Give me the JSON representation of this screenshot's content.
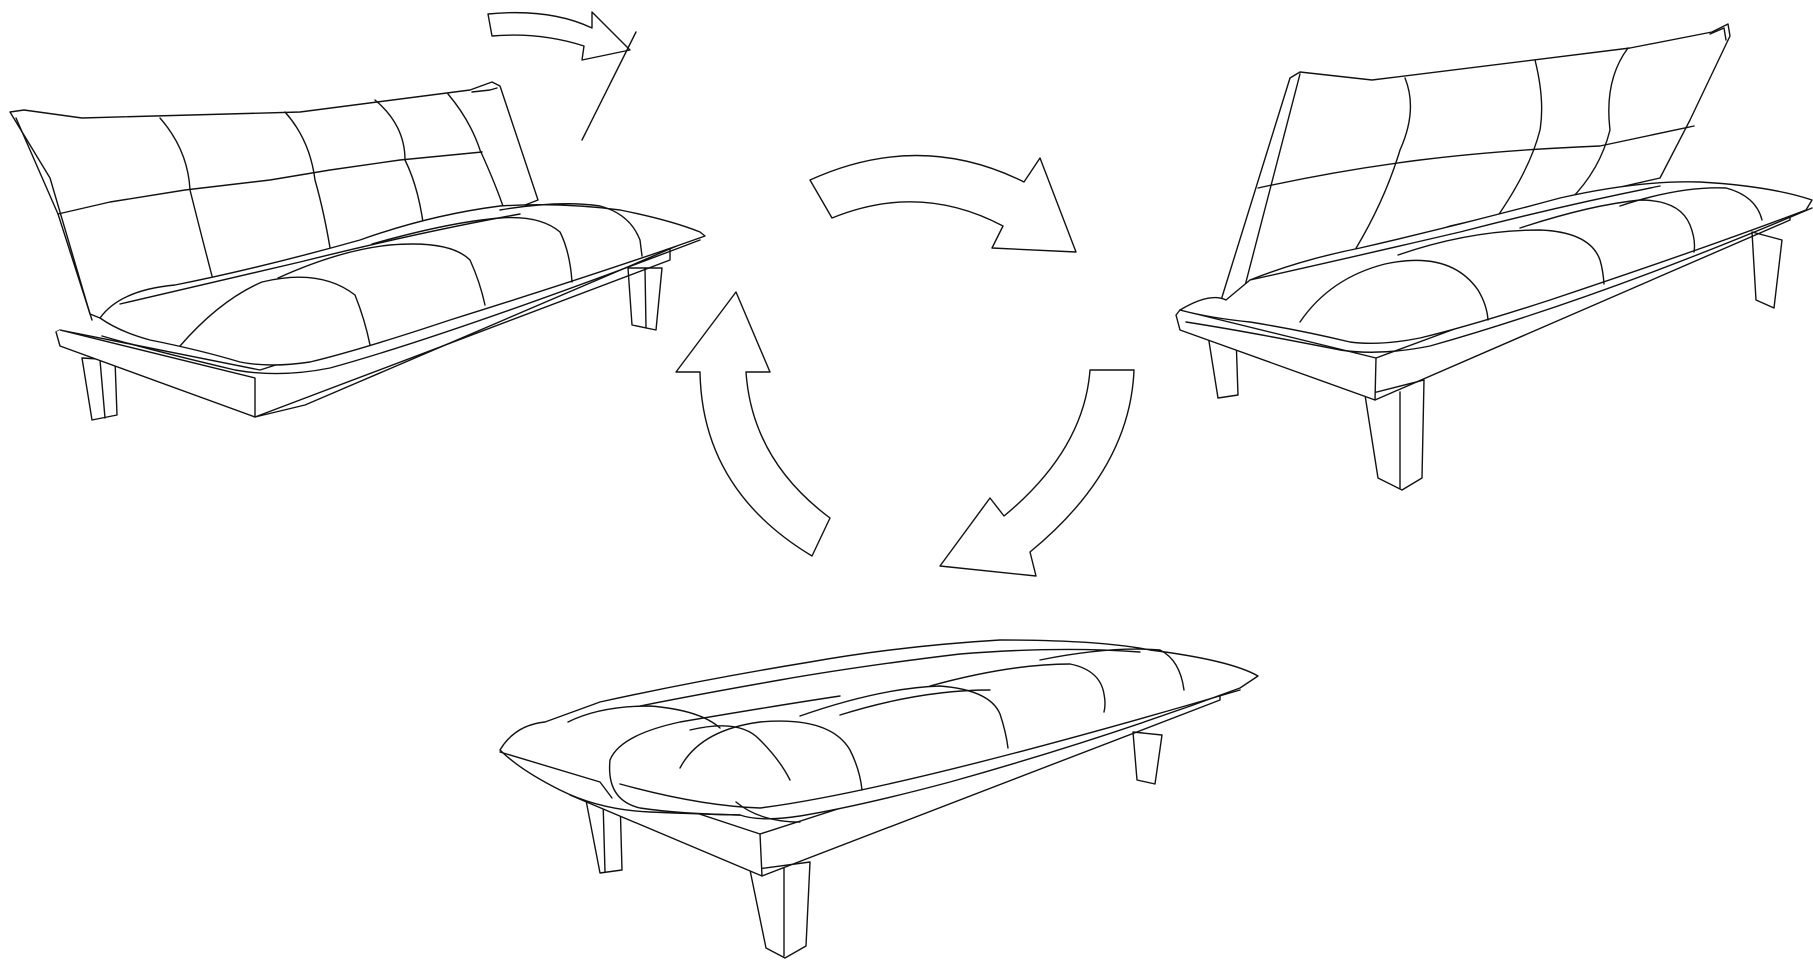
{
  "diagram": {
    "stroke_color": "#111111",
    "background_color": "#ffffff",
    "nodes": [
      {
        "id": "sofa-upright",
        "state": "sofa"
      },
      {
        "id": "sofa-reclined",
        "state": "recline"
      },
      {
        "id": "sofa-flat",
        "state": "bed"
      }
    ],
    "transitions": [
      {
        "from": "sofa-upright",
        "to": "sofa-reclined",
        "direction": "clockwise"
      },
      {
        "from": "sofa-reclined",
        "to": "sofa-flat",
        "direction": "clockwise"
      },
      {
        "from": "sofa-flat",
        "to": "sofa-upright",
        "direction": "clockwise"
      }
    ],
    "hint": {
      "id": "push-back-hint",
      "icon": "curved-arrow-icon"
    }
  }
}
